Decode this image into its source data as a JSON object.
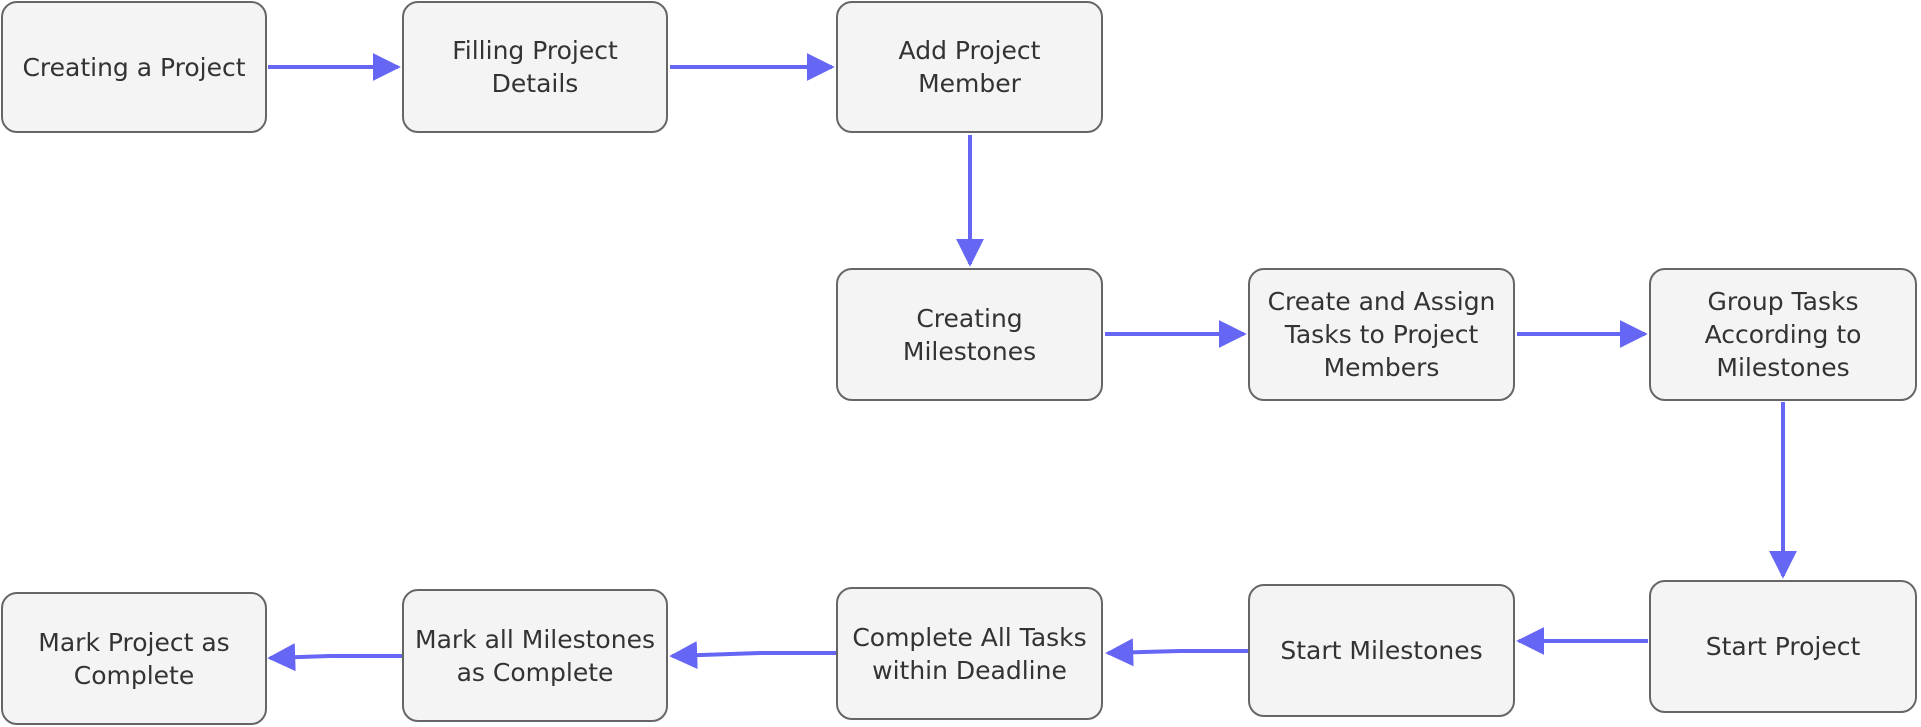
{
  "colors": {
    "node_fill": "#f4f4f4",
    "node_border": "#666666",
    "node_text": "#333333",
    "edge": "#6666f5"
  },
  "nodes": [
    {
      "id": "n1",
      "label": "Creating a Project"
    },
    {
      "id": "n2",
      "label": "Filling Project\nDetails"
    },
    {
      "id": "n3",
      "label": "Add Project\nMember"
    },
    {
      "id": "n4",
      "label": "Creating\nMilestones"
    },
    {
      "id": "n5",
      "label": "Create and Assign\nTasks to Project\nMembers"
    },
    {
      "id": "n6",
      "label": "Group Tasks\nAccording to\nMilestones"
    },
    {
      "id": "n7",
      "label": "Start Project"
    },
    {
      "id": "n8",
      "label": "Start Milestones"
    },
    {
      "id": "n9",
      "label": "Complete All Tasks\nwithin Deadline"
    },
    {
      "id": "n10",
      "label": "Mark all Milestones\nas Complete"
    },
    {
      "id": "n11",
      "label": "Mark Project as\nComplete"
    }
  ],
  "edges": [
    {
      "from": "n1",
      "to": "n2"
    },
    {
      "from": "n2",
      "to": "n3"
    },
    {
      "from": "n3",
      "to": "n4"
    },
    {
      "from": "n4",
      "to": "n5"
    },
    {
      "from": "n5",
      "to": "n6"
    },
    {
      "from": "n6",
      "to": "n7"
    },
    {
      "from": "n7",
      "to": "n8"
    },
    {
      "from": "n8",
      "to": "n9"
    },
    {
      "from": "n9",
      "to": "n10"
    },
    {
      "from": "n10",
      "to": "n11"
    }
  ]
}
